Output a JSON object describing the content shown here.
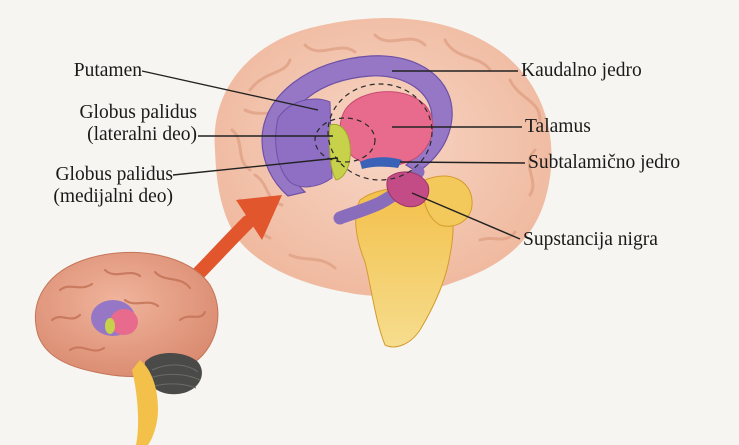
{
  "labels": {
    "putamen": "Putamen",
    "globus_lateral_line1": "Globus palidus",
    "globus_lateral_line2": "(lateralni deo)",
    "globus_medial_line1": "Globus palidus",
    "globus_medial_line2": "(medijalni deo)",
    "kaudalno": "Kaudalno jedro",
    "talamus": "Talamus",
    "subtalamicno": "Subtalamično jedro",
    "supstancija": "Supstancija nigra"
  },
  "colors": {
    "background": "#f6f5f1",
    "cortex": "#f3c4ad",
    "cortex_dark": "#e3a186",
    "caudate_putamen": "#9577c6",
    "thalamus": "#e86b8e",
    "globus_pallidus": "#c7d14a",
    "subthalamic": "#3a63b8",
    "substantia_nigra": "#c44c86",
    "brainstem": "#f1b840",
    "arrow": "#e2562e",
    "cerebellum": "#4a4a48"
  }
}
